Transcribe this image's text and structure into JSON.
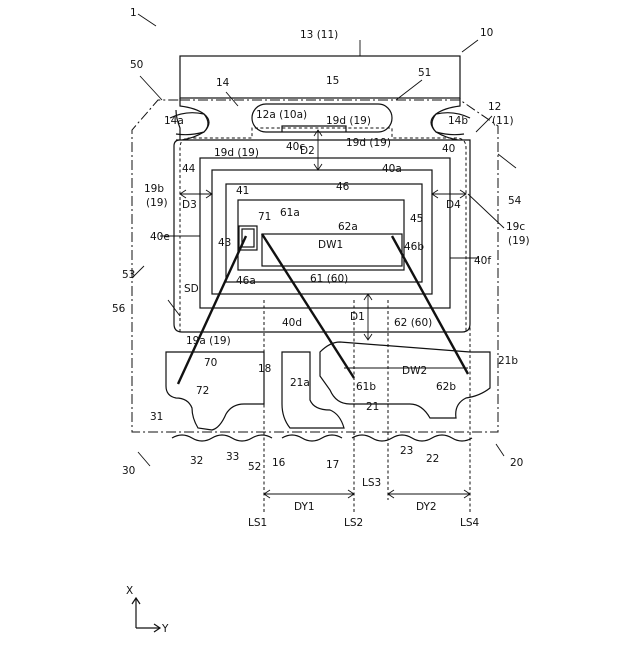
{
  "labels": {
    "fig_ref": "1",
    "ref_13_11": "13 (11)",
    "ref_10": "10",
    "ref_50": "50",
    "ref_14": "14",
    "ref_15": "15",
    "ref_51": "51",
    "ref_12_11": "12\n(11)",
    "ref_14a": "14a",
    "ref_14b": "14b",
    "ref_12a_10a": "12a (10a)",
    "ref_19d_top_right": "19d (19)",
    "ref_19d_left": "19d (19)",
    "ref_19d_right": "19d (19)",
    "ref_D2": "D2",
    "ref_40c": "40c",
    "ref_40": "40",
    "ref_40a": "40a",
    "ref_44": "44",
    "ref_46": "46",
    "ref_41": "41",
    "ref_19b": "19b",
    "ref_19b_paren": "(19)",
    "ref_D3": "D3",
    "ref_D4": "D4",
    "ref_19c": "19c",
    "ref_19c_paren": "(19)",
    "ref_54": "54",
    "ref_71": "71",
    "ref_61a": "61a",
    "ref_62a": "62a",
    "ref_45": "45",
    "ref_40e": "40e",
    "ref_43": "43",
    "ref_DW1": "DW1",
    "ref_46b": "46b",
    "ref_53": "53",
    "ref_40f": "40f",
    "ref_SD": "SD",
    "ref_46a": "46a",
    "ref_61_60": "61 (60)",
    "ref_56": "56",
    "ref_40d": "40d",
    "ref_D1": "D1",
    "ref_62_60": "62 (60)",
    "ref_19a_19": "19a (19)",
    "ref_70": "70",
    "ref_18": "18",
    "ref_DW2": "DW2",
    "ref_21b": "21b",
    "ref_21a": "21a",
    "ref_72": "72",
    "ref_61b": "61b",
    "ref_62b": "62b",
    "ref_31": "31",
    "ref_21": "21",
    "ref_23": "23",
    "ref_30": "30",
    "ref_32": "32",
    "ref_33": "33",
    "ref_16": "16",
    "ref_17": "17",
    "ref_22": "22",
    "ref_20": "20",
    "ref_52": "52",
    "ref_LS3": "LS3",
    "ref_DY1": "DY1",
    "ref_DY2": "DY2",
    "ref_LS1": "LS1",
    "ref_LS2": "LS2",
    "ref_LS4": "LS4",
    "axis_x": "X",
    "axis_y": "Y"
  }
}
